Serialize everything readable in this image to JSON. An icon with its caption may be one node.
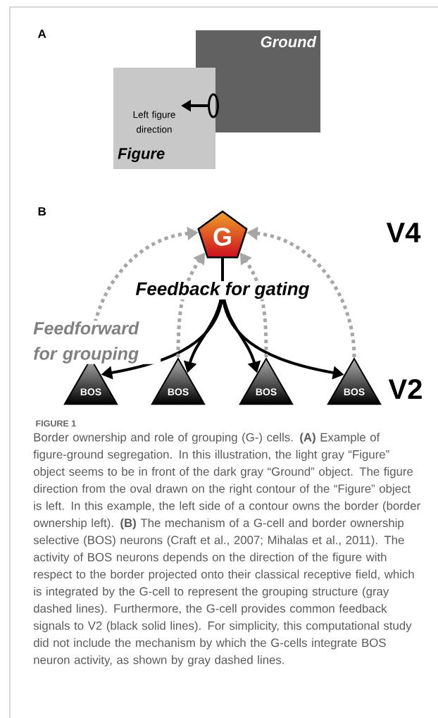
{
  "diagram": {
    "caption": "Border ownership and role of grouping (G-) cells. **(A)** Example of figure-ground segregation. In this illustration, the light gray “Figure” object seems to be in front of the dark gray “Ground” object. The figure direction from the oval drawn on the right contour of the “Figure” object is left. In this example, the left side of a contour owns the border (border ownership left). **(B)** The mechanism of a G-cell and border ownership selective (BOS) neurons (Craft et al., 2007; Mihalas et al., 2011). The activity of BOS neurons depends on the direction of the figure with respect to the border projected onto their classical receptive field, which is integrated by the G-cell to represent the grouping structure (gray dashed lines). Furthermore, the G-cell provides common feedback signals to V2 (black solid lines). For simplicity, this computational study did not include the mechanism by which the G-cells integrate BOS neuron activity, as shown by gray dashed lines.",
    "nodes": [
      {
        "text": [
          "Ground"
        ]
      },
      {
        "text": [
          "Left figure direction",
          "Figure"
        ]
      },
      {
        "text": [
          "G"
        ]
      },
      {
        "text": [
          "BOS"
        ]
      },
      {
        "text": [
          "BOS"
        ]
      },
      {
        "text": [
          "BOS"
        ]
      },
      {
        "text": [
          "BOS"
        ]
      }
    ],
    "edges": [
      {
        "from": 2,
        "to": 3,
        "arrow": "to"
      },
      {
        "from": 2,
        "to": 4,
        "arrow": "to"
      },
      {
        "from": 2,
        "to": 5,
        "arrow": "to"
      },
      {
        "from": 2,
        "to": 6,
        "arrow": "to"
      },
      {
        "from": 3,
        "to": 2,
        "arrow": "to",
        "style": "dashed",
        "color": "#a6a6a6"
      },
      {
        "from": 4,
        "to": 2,
        "arrow": "to",
        "style": "dashed",
        "color": "#a6a6a6"
      },
      {
        "from": 5,
        "to": 2,
        "arrow": "to",
        "style": "dashed",
        "color": "#a6a6a6"
      },
      {
        "from": 6,
        "to": 2,
        "arrow": "to",
        "style": "dashed",
        "color": "#a6a6a6"
      }
    ],
    "labels": [
      "A",
      "B",
      "Feedback for gating",
      "Feedforward for grouping",
      "V4",
      "V2",
      "FIGURE 1"
    ]
  }
}
